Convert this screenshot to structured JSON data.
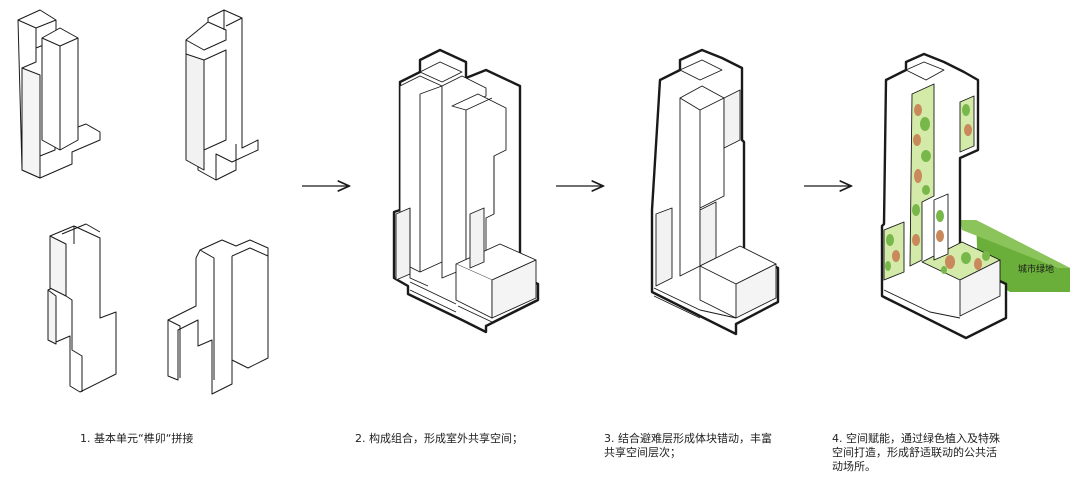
{
  "captions": {
    "step1": "1. 基本单元“榫卯“拼接",
    "step2": "2. 构成组合，形成室外共享空间；",
    "step3": "3. 结合避难层形成体块错动，丰富\n共享空间层次；",
    "step4": "4. 空间赋能，通过绿色植入及特殊\n空间打造，形成舒适联动的公共活\n动场所。"
  },
  "labels": {
    "city_green": "城市绿地"
  },
  "colors": {
    "line": "#1a1a1a",
    "green_light": "#cfe6a6",
    "green_mid": "#8cc24a",
    "green_dark": "#4e9a2c",
    "tree_orange": "#c9895a",
    "tree_green": "#78b84a"
  },
  "icons": [
    "arrow-right-icon",
    "arrow-right-icon",
    "arrow-right-icon"
  ]
}
